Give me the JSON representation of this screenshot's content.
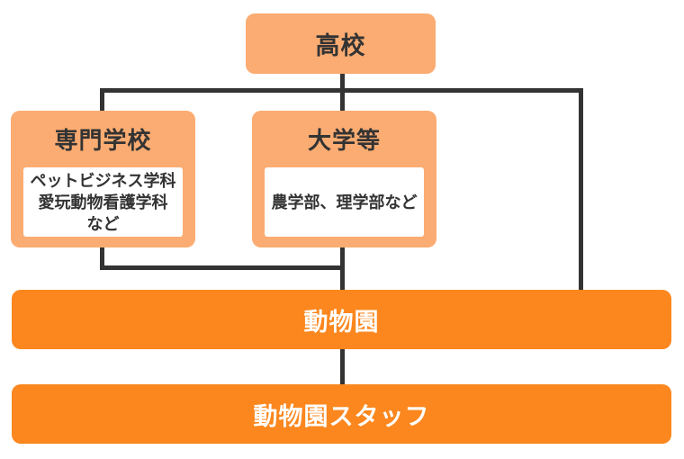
{
  "colors": {
    "node_fill_light": "#FBAC72",
    "node_fill_dark": "#FB871E",
    "connector": "#333333",
    "text_dark": "#333333",
    "text_light": "#FFFFFF",
    "detail_panel_bg": "#FFFFFF"
  },
  "nodes": {
    "highschool": {
      "label": "高校"
    },
    "vocational_school": {
      "title": "専門学校",
      "details": [
        "ペットビジネス学科",
        "愛玩動物看護学科",
        "など"
      ]
    },
    "university": {
      "title": "大学等",
      "details": [
        "農学部、理学部など"
      ]
    },
    "zoo": {
      "label": "動物園"
    },
    "zoo_staff": {
      "label": "動物園スタッフ"
    }
  }
}
